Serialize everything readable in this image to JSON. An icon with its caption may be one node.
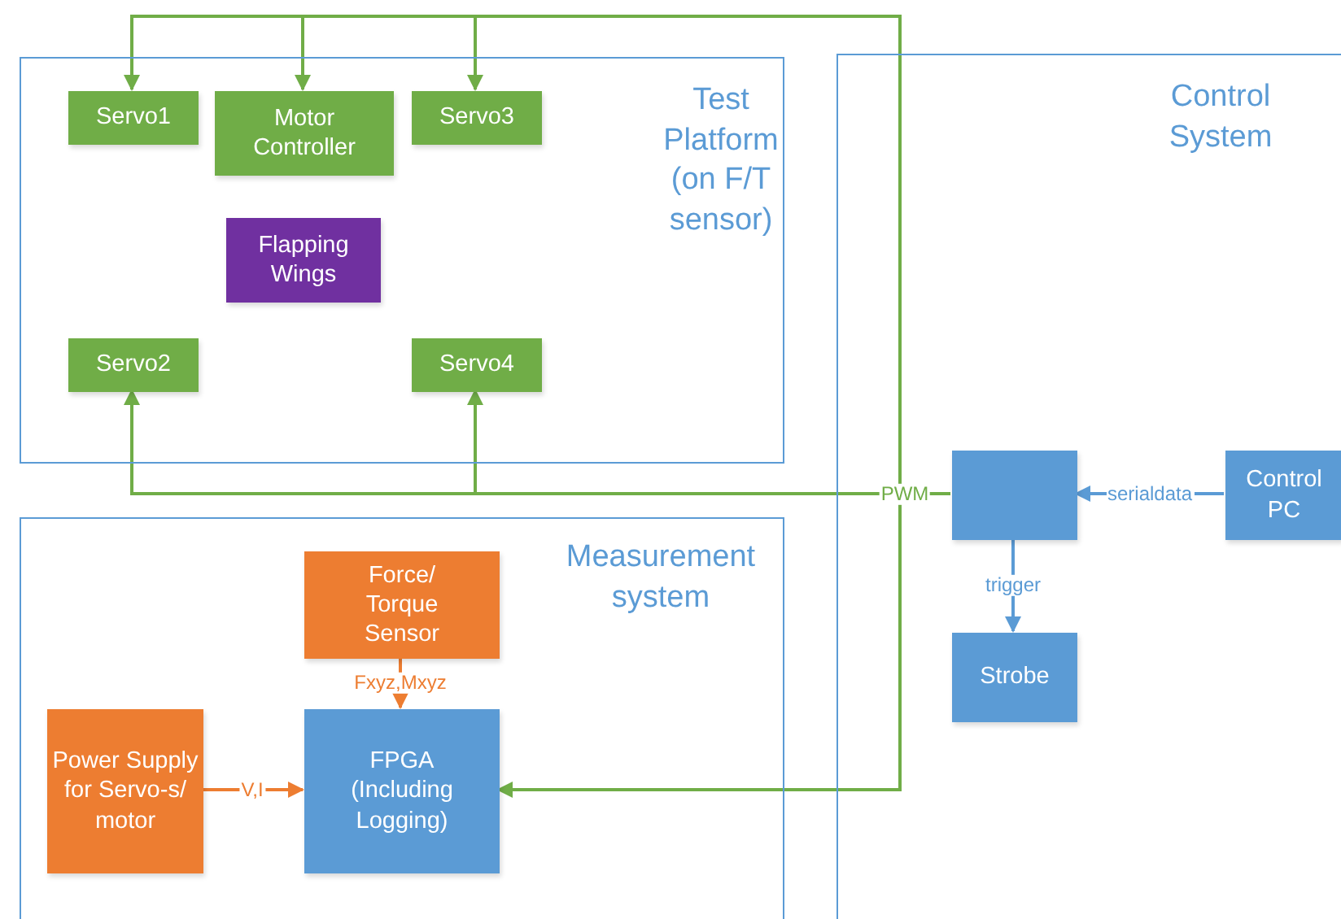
{
  "diagram": {
    "nodes": [
      {
        "text": [
          "Test Platform (on F/T sensor)"
        ]
      },
      {
        "text": [
          "Servo1"
        ],
        "in": 0
      },
      {
        "text": [
          "Motor Controller"
        ],
        "in": 0
      },
      {
        "text": [
          "Servo3"
        ],
        "in": 0
      },
      {
        "text": [
          "Flapping Wings"
        ],
        "in": 0
      },
      {
        "text": [
          "Servo2"
        ],
        "in": 0
      },
      {
        "text": [
          "Servo4"
        ],
        "in": 0
      },
      {
        "text": [
          "Control System"
        ]
      },
      {
        "text": [],
        "shape": "box",
        "in": 7
      },
      {
        "text": [
          "Control PC"
        ],
        "in": 7
      },
      {
        "text": [
          "Strobe"
        ],
        "in": 7
      },
      {
        "text": [
          "Measurement system"
        ]
      },
      {
        "text": [
          "Force/ Torque Sensor"
        ],
        "in": 11
      },
      {
        "text": [
          "Power Supply for Servo-s/ motor"
        ],
        "in": 11
      },
      {
        "text": [
          "FPGA (Including Logging)"
        ],
        "in": 11
      }
    ],
    "edges": [
      {
        "from": 8,
        "to": 1,
        "arrow": "to",
        "label": "PWM"
      },
      {
        "from": 8,
        "to": 2,
        "arrow": "to"
      },
      {
        "from": 8,
        "to": 3,
        "arrow": "to"
      },
      {
        "from": 8,
        "to": 5,
        "arrow": "to"
      },
      {
        "from": 8,
        "to": 6,
        "arrow": "to"
      },
      {
        "from": 8,
        "to": 14,
        "arrow": "to"
      },
      {
        "from": 9,
        "to": 8,
        "arrow": "to",
        "label": "serialdata",
        "color": "#5b9bd5"
      },
      {
        "from": 8,
        "to": 10,
        "arrow": "to",
        "label": "trigger",
        "color": "#5b9bd5"
      },
      {
        "from": 12,
        "to": 14,
        "arrow": "to",
        "label": "Fxyz,Mxyz",
        "color": "#ed7d31"
      },
      {
        "from": 13,
        "to": 14,
        "arrow": "to",
        "label": "V,I",
        "color": "#ed7d31"
      }
    ]
  }
}
